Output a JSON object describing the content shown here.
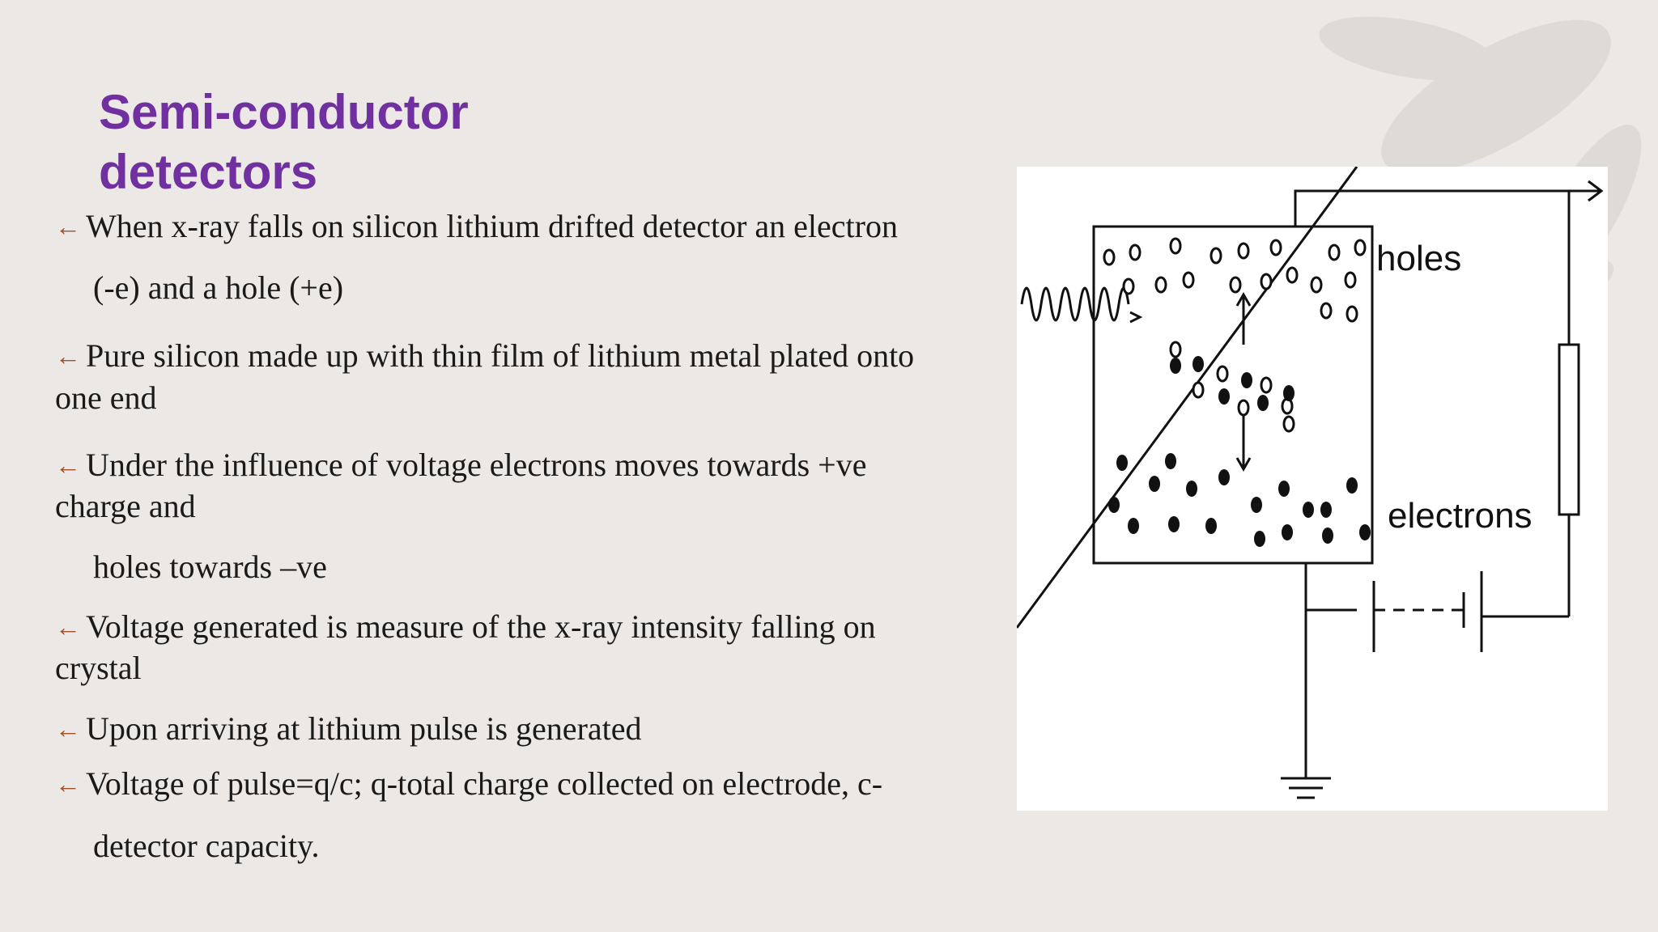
{
  "slide": {
    "title_line1": "Semi-conductor",
    "title_line2": "detectors",
    "bullets": [
      {
        "text": "When x-ray falls on silicon lithium drifted detector an electron",
        "continuation": "(-e) and a  hole (+e)"
      },
      {
        "text": "Pure silicon made up with thin film of lithium metal plated onto",
        "wrap": "one end"
      },
      {
        "text": "Under the influence of voltage electrons moves towards +ve",
        "wrap": "charge and",
        "continuation": "holes towards –ve"
      },
      {
        "text": "Voltage generated is measure of the x-ray intensity falling on",
        "wrap": "crystal"
      },
      {
        "text": "Upon arriving at lithium pulse is generated"
      },
      {
        "text": "Voltage of pulse=q/c; q-total charge collected on electrode, c-",
        "continuation": "detector  capacity."
      }
    ],
    "bullet_glyph": "←"
  },
  "diagram": {
    "label_holes": "holes",
    "label_electrons": "electrons"
  },
  "colors": {
    "title": "#7030a0",
    "bullet_arrow": "#a0522d",
    "background": "#ebe8e5"
  }
}
